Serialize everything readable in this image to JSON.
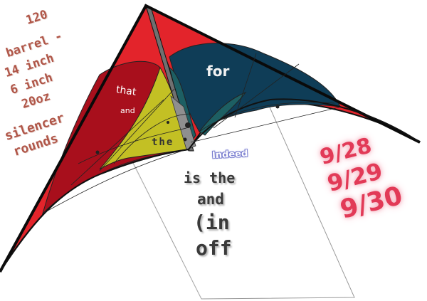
{
  "left_block": [
    "120",
    "barrel -",
    "14 inch",
    "6 inch",
    "20oz",
    "silencer",
    "rounds"
  ],
  "kite_labels": {
    "for": "for",
    "that": "that",
    "and": "and",
    "the": "the",
    "indeed": "Indeed"
  },
  "sheet_lines": [
    "is the",
    "and",
    "(in",
    "off"
  ],
  "dates": [
    "9/28",
    "9/29",
    "9/30"
  ],
  "colors": {
    "kite_red": "#e3242b",
    "kite_dark_red": "#a80f1c",
    "kite_yellow": "#c3c024",
    "kite_teal": "#1d5f63",
    "kite_navy": "#0f3d57",
    "date_pink": "#e23a57",
    "left_text": "#b05648"
  }
}
